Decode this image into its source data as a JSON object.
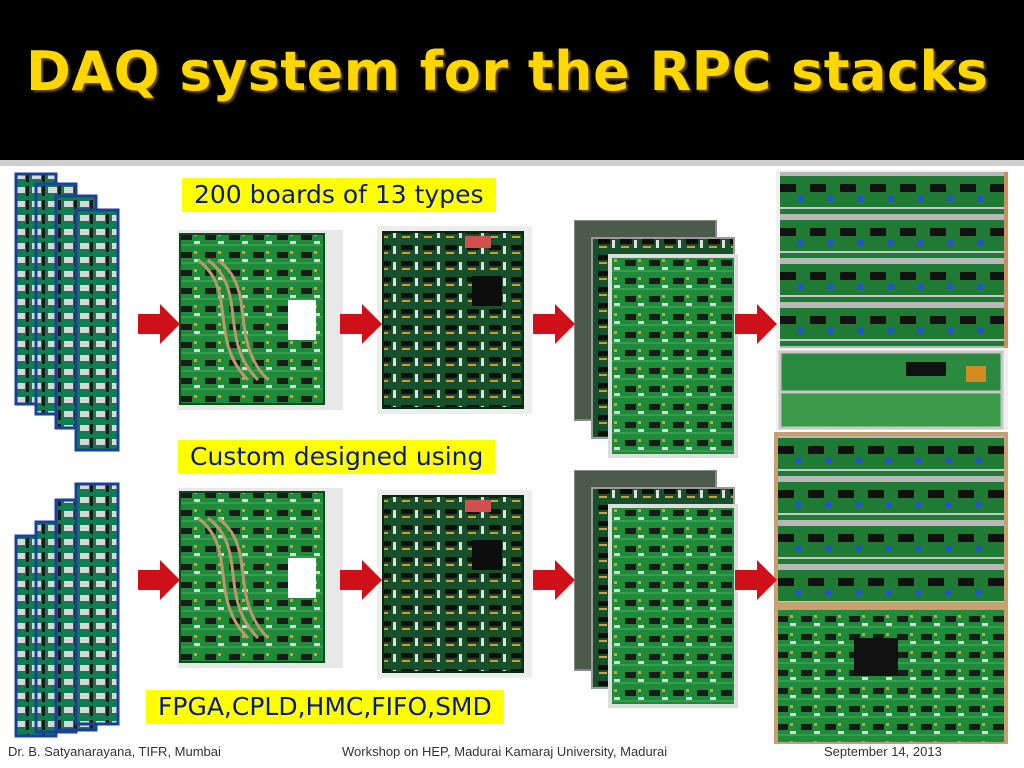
{
  "slide": {
    "title": "DAQ system for the RPC stacks",
    "labels": {
      "boards": "200 boards of 13 types",
      "custom": "Custom designed using",
      "technologies": "FPGA,CPLD,HMC,FIFO,SMD"
    },
    "footer": {
      "author": "Dr. B. Satyanarayana, TIFR, Mumbai",
      "workshop": "Workshop on HEP, Madurai Kamaraj University, Madurai",
      "date": "September 14, 2013"
    }
  },
  "colors": {
    "title_bar": "#000000",
    "title_text": "#ffd700",
    "label_bg": "#ffff00",
    "label_text": "#0a1a80",
    "arrow": "#d01018",
    "pcb_green": "#1f8a3a"
  }
}
